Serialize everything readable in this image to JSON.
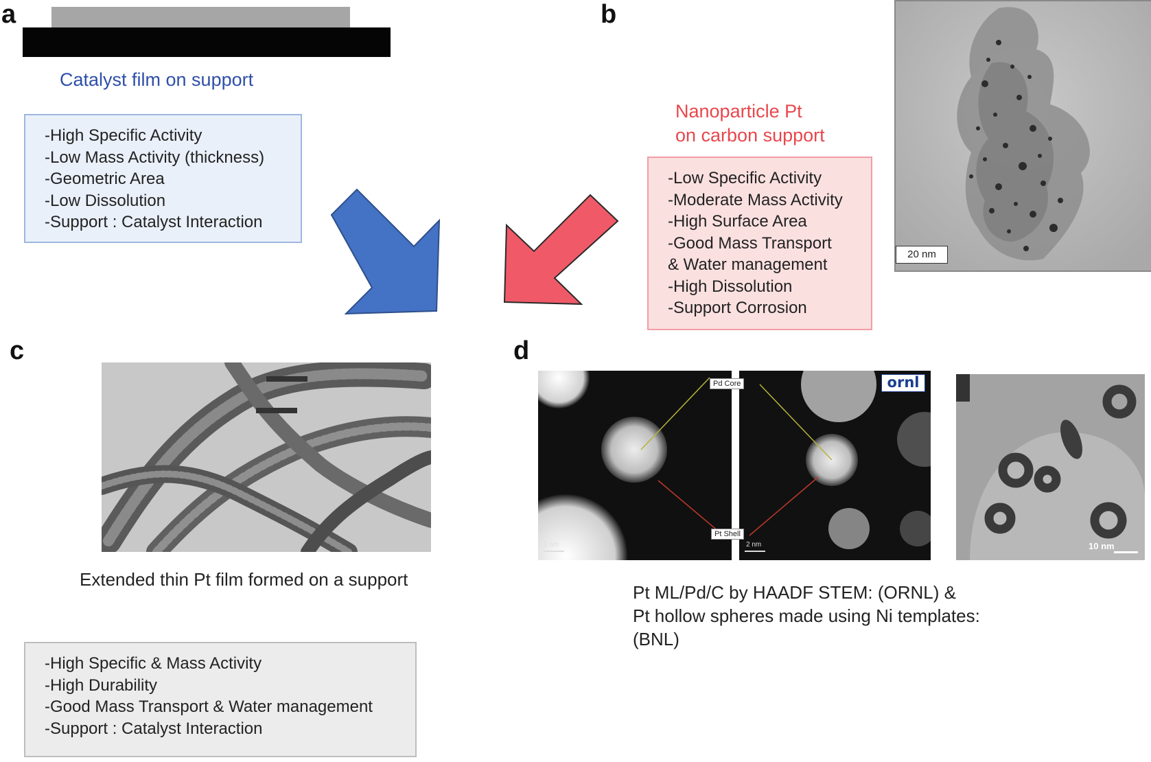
{
  "panels": {
    "a": {
      "letter": "a",
      "title": "Catalyst film on support",
      "title_color": "#2f4fa8",
      "properties": [
        "-High Specific Activity",
        "-Low Mass Activity (thickness)",
        "-Geometric Area",
        "-Low Dissolution",
        "-Support : Catalyst Interaction"
      ],
      "arrow_color": "#4472c4"
    },
    "b": {
      "letter": "b",
      "title_line1": "Nanoparticle Pt",
      "title_line2": "on carbon support",
      "title_color": "#e8474c",
      "properties": [
        "-Low Specific Activity",
        "-Moderate Mass Activity",
        "-High Surface Area",
        "-Good Mass Transport",
        "& Water management",
        "-High Dissolution",
        "-Support Corrosion"
      ],
      "arrow_color": "#f05a68",
      "image_scale_label": "20 nm"
    },
    "c": {
      "letter": "c",
      "caption": "Extended thin Pt film formed on a support",
      "properties": [
        "-High Specific & Mass Activity",
        "-High Durability",
        "-Good Mass Transport & Water management",
        "-Support : Catalyst Interaction"
      ]
    },
    "d": {
      "letter": "d",
      "label_core": "Pd Core",
      "label_shell": "Pt Shell",
      "logo": "ornl",
      "scale_left": "2 nm",
      "scale_mid": "2 nm",
      "scale_right": "10 nm",
      "caption_lines": [
        "Pt ML/Pd/C by HAADF STEM: (ORNL) &",
        "Pt hollow spheres made using Ni templates:",
        "(BNL)"
      ]
    }
  }
}
